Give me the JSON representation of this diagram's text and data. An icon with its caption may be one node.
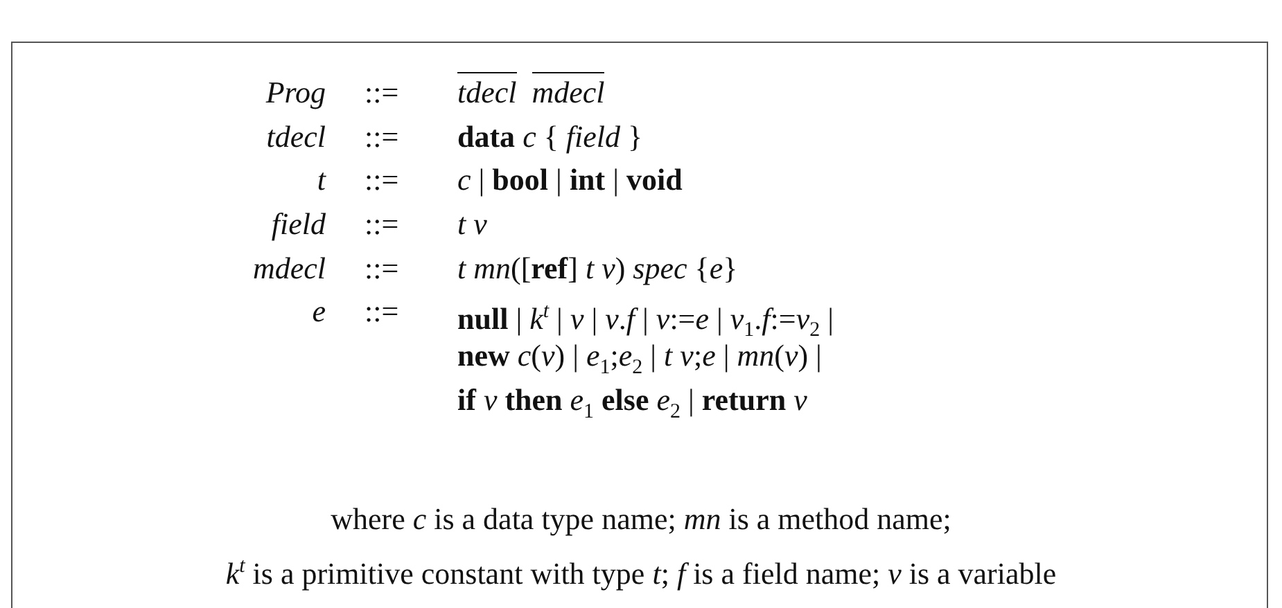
{
  "diagram": {
    "labels": [
      "Prog",
      "::=",
      "tdecl mdecl",
      "tdecl",
      "::=",
      "**data** *c* { *field* }",
      "t",
      "::=",
      "*c* | **bool** | **int** | **void**",
      "field",
      "::=",
      "t v",
      "mdecl",
      "::=",
      "*t mn*([**ref**] *t v*) *spec* {*e*}",
      "e",
      "::=",
      "**null** | *k*$^{t}$ | *v* | *v*.*f* | *v*:=*e* | *v*$_{1}$.*f*:=*v*$_{2}$ |",
      "**new** *c*(*v*) | *e*$_{1}$;*e*$_{2}$ | *t v*;*e* | *mn*(*v*) |",
      "**if** *v* **then** *e*$_{1}$ **else** *e*$_{2}$ | **return** *v*",
      "where *c* is a data type name; *mn* is a method name;",
      "*k*$^{t}$ is a primitive constant with type *t*; *f* is a field name; *v* is a variable"
    ]
  }
}
